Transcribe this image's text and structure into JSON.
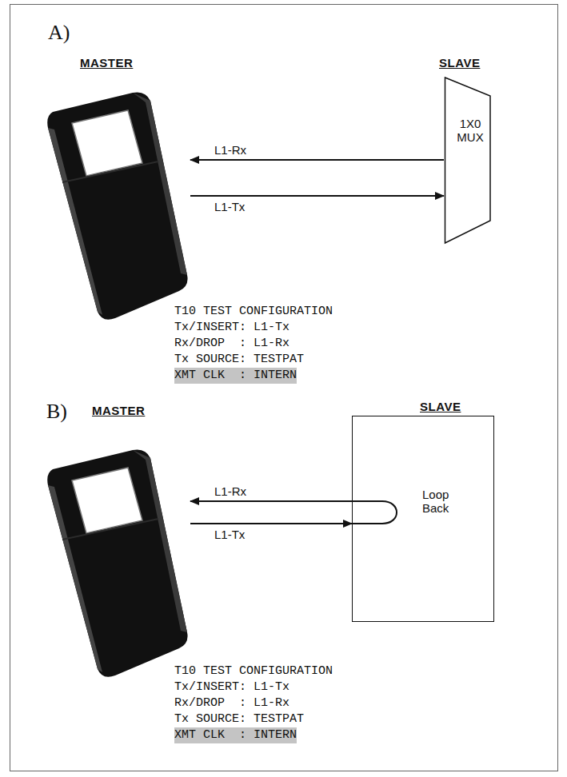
{
  "diagram": {
    "nodes": [
      {
        "text": [
          "MASTER"
        ]
      },
      {
        "text": [
          "SLAVE",
          "1X0 MUX"
        ]
      },
      {
        "text": [
          "MASTER"
        ]
      },
      {
        "text": [
          "SLAVE",
          "Loop Back"
        ]
      }
    ],
    "edges": [
      {
        "from": 1,
        "to": 0,
        "arrow": "to",
        "label": "L1-Rx"
      },
      {
        "from": 0,
        "to": 1,
        "arrow": "to",
        "label": "L1-Tx"
      },
      {
        "from": 3,
        "to": 2,
        "arrow": "to",
        "label": "L1-Rx"
      },
      {
        "from": 2,
        "to": 3,
        "arrow": "to",
        "label": "L1-Tx"
      }
    ],
    "labels": [
      "A)",
      "T10 TEST CONFIGURATION",
      "Tx/INSERT: L1-Tx",
      "Rx/DROP  : L1-Rx",
      "Tx SOURCE: TESTPAT",
      "XMT CLK  : INTERN",
      "B)",
      "T10 TEST CONFIGURATION",
      "Tx/INSERT: L1-Tx",
      "Rx/DROP  : L1-Rx",
      "Tx SOURCE: TESTPAT",
      "XMT CLK  : INTERN"
    ]
  }
}
